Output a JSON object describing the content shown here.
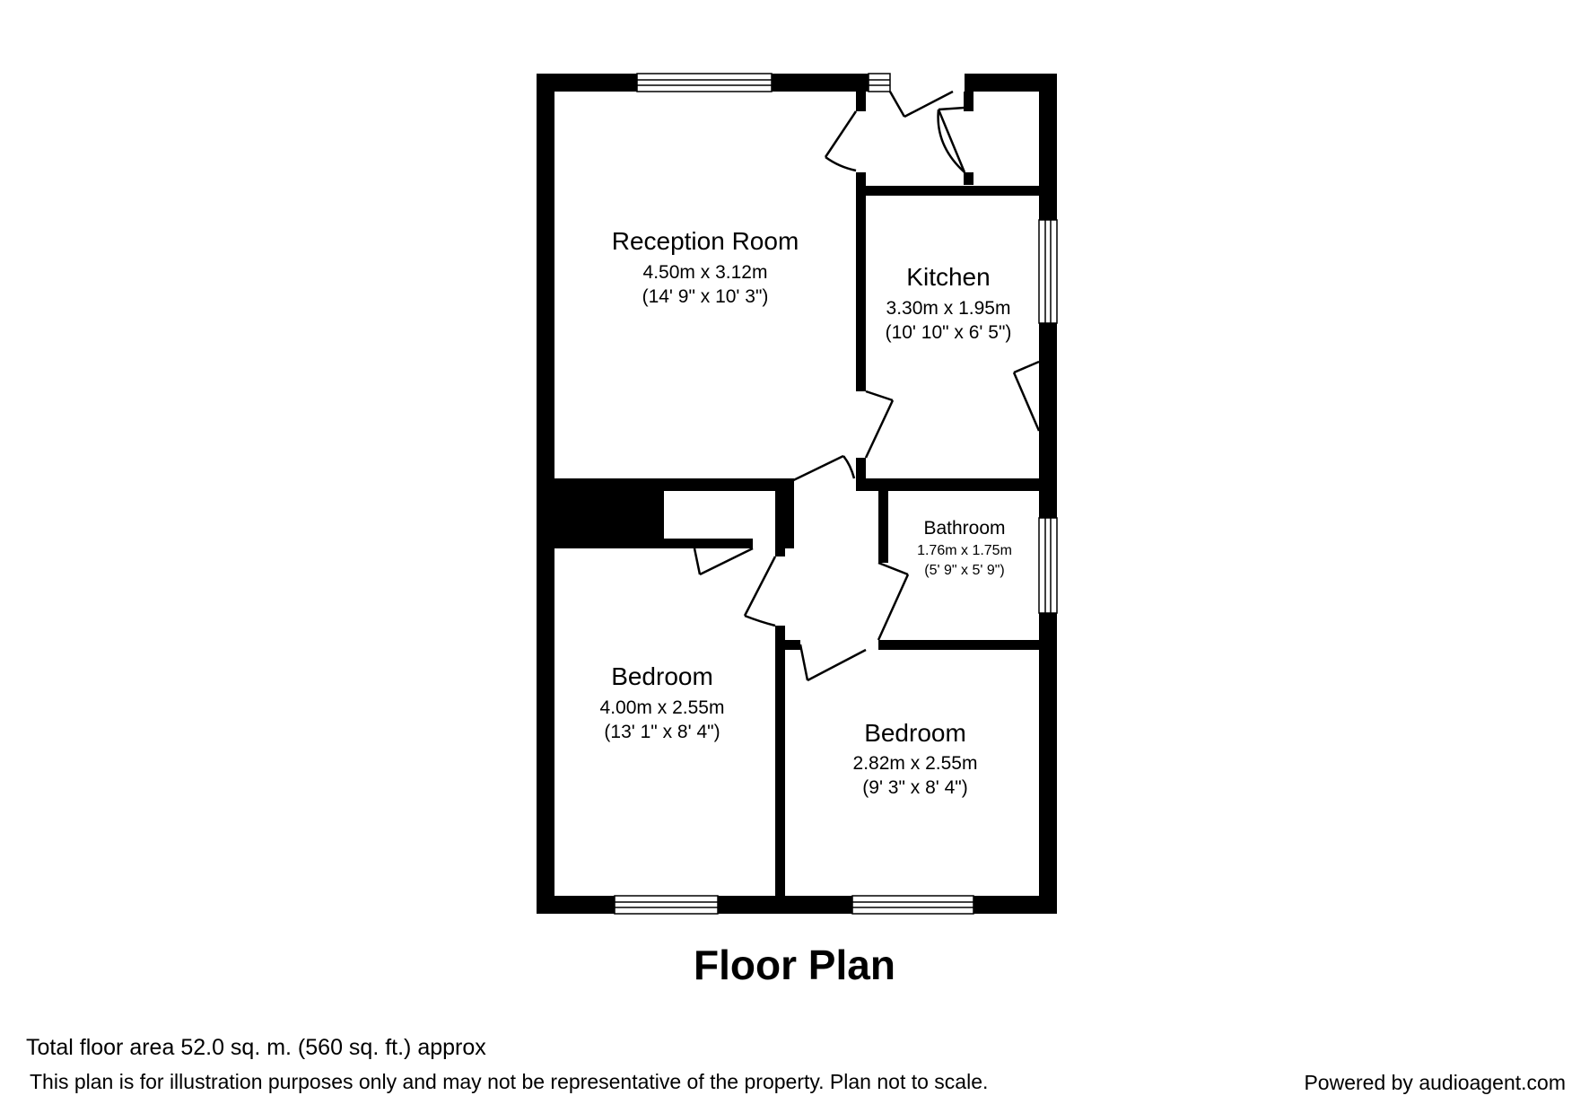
{
  "rooms": {
    "reception": {
      "name": "Reception Room",
      "metric": "4.50m x 3.12m",
      "imperial": "(14' 9\" x 10' 3\")"
    },
    "kitchen": {
      "name": "Kitchen",
      "metric": "3.30m x 1.95m",
      "imperial": "(10' 10\" x 6' 5\")"
    },
    "bathroom": {
      "name": "Bathroom",
      "metric": "1.76m x 1.75m",
      "imperial": "(5' 9\" x 5' 9\")"
    },
    "bedroom1": {
      "name": "Bedroom",
      "metric": "4.00m x 2.55m",
      "imperial": "(13' 1\" x 8' 4\")"
    },
    "bedroom2": {
      "name": "Bedroom",
      "metric": "2.82m x 2.55m",
      "imperial": "(9' 3\" x 8' 4\")"
    }
  },
  "title": "Floor Plan",
  "footer": {
    "area": "Total floor area 52.0 sq. m. (560 sq. ft.) approx",
    "disclaimer": "This plan is for illustration purposes only and may not be representative of the property. Plan not to scale.",
    "powered": "Powered by audioagent.com"
  },
  "colors": {
    "wall": "#000000",
    "background": "#ffffff"
  }
}
